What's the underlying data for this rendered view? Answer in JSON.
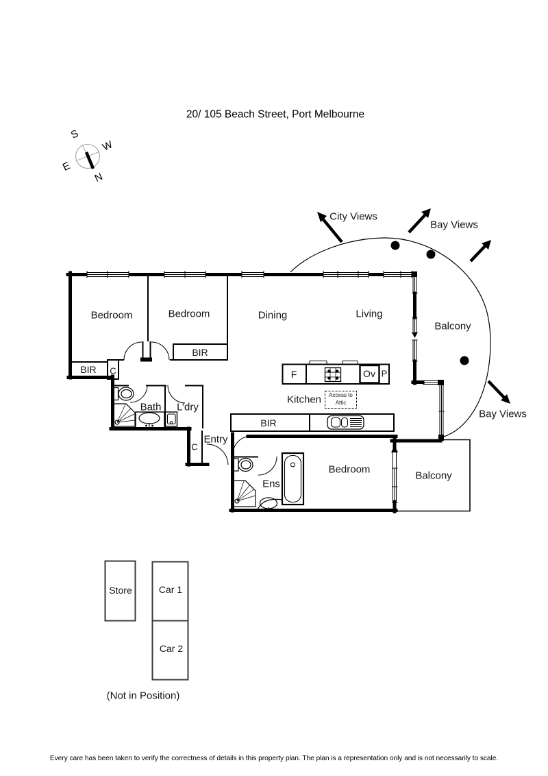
{
  "title": "20/ 105 Beach Street, Port Melbourne",
  "compass": {
    "s": "S",
    "w": "W",
    "e": "E",
    "n": "N"
  },
  "views": {
    "city": "City Views",
    "bay_upper": "Bay Views",
    "bay_lower": "Bay Views"
  },
  "rooms": {
    "bedroom_left": "Bedroom",
    "bedroom_middle": "Bedroom",
    "dining": "Dining",
    "living": "Living",
    "balcony_upper": "Balcony",
    "bath": "Bath",
    "laundry": "L’dry",
    "entry": "Entry",
    "kitchen": "Kitchen",
    "ensuite": "Ens",
    "bedroom_main": "Bedroom",
    "balcony_lower": "Balcony"
  },
  "wardrobes": {
    "bir_bedroom_left": "BIR",
    "bir_bedroom_middle": "BIR",
    "bir_bedroom_main": "BIR",
    "closet_hall": "C",
    "closet_entry": "C"
  },
  "kitchen_fixtures": {
    "fridge": "F",
    "oven": "Ov",
    "pantry": "P",
    "attic_line1": "Access to",
    "attic_line2": "Attic"
  },
  "parking": {
    "store": "Store",
    "car1": "Car 1",
    "car2": "Car 2",
    "note": "(Not in Position)"
  },
  "disclaimer": "Every care has been taken to verify the correctness of details in this property plan. The plan is a representation only and is not necessarily to scale."
}
